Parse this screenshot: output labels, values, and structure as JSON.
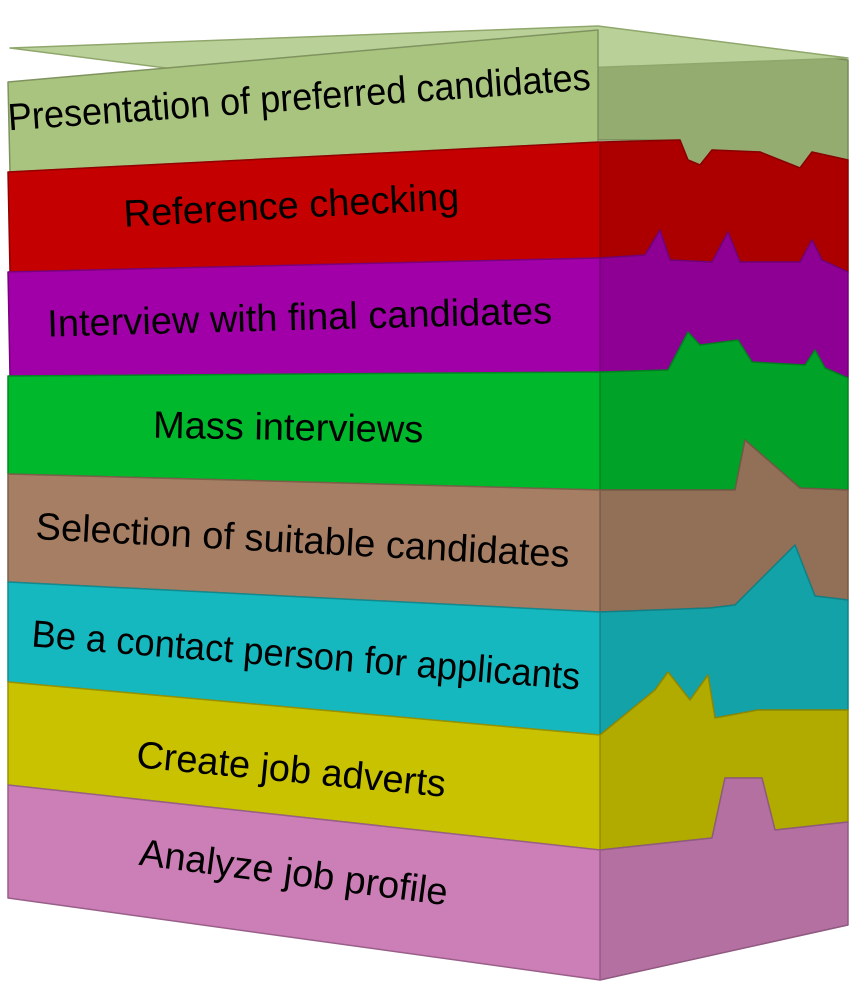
{
  "layers": [
    {
      "label": "Presentation of preferred candidates",
      "color": "#a9c47f"
    },
    {
      "label": "Reference checking",
      "color": "#c40000"
    },
    {
      "label": "Interview with final candidates",
      "color": "#a100a8"
    },
    {
      "label": "Mass interviews",
      "color": "#00b82c"
    },
    {
      "label": "Selection of suitable candidates",
      "color": "#a67e63"
    },
    {
      "label": "Be a contact person for applicants",
      "color": "#16b8bf"
    },
    {
      "label": "Create job adverts",
      "color": "#c9c200"
    },
    {
      "label": "Analyze job profile",
      "color": "#cc7fb7"
    }
  ]
}
